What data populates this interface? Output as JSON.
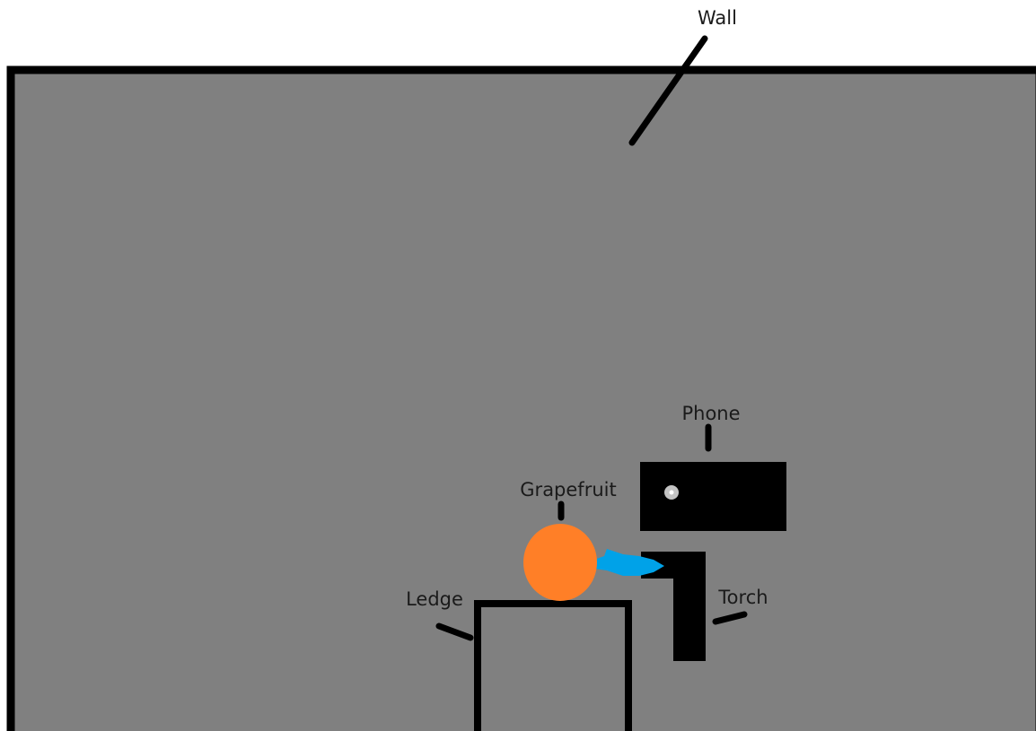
{
  "labels": {
    "wall": "Wall",
    "phone": "Phone",
    "grapefruit": "Grapefruit",
    "ledge": "Ledge",
    "torch": "Torch"
  },
  "colors": {
    "wall_fill": "#808080",
    "outline": "#000000",
    "grapefruit": "#ff7f27",
    "beam": "#00a2e8",
    "phone_camera": "#c3c3c3"
  }
}
